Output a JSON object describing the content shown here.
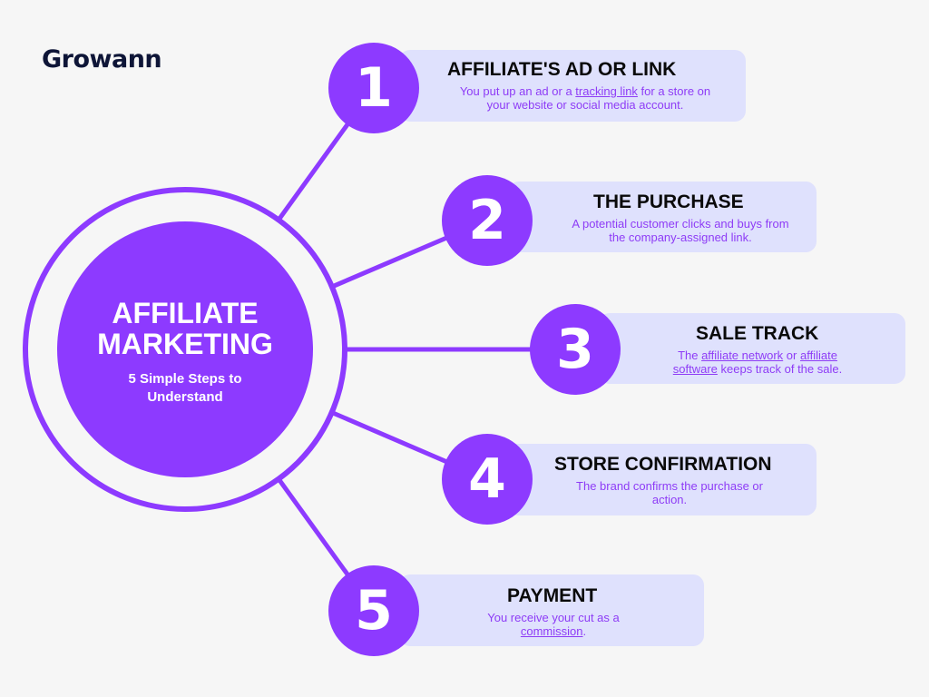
{
  "brand": {
    "logo": "Growann"
  },
  "colors": {
    "accent": "#8d3aff",
    "card": "#dfe1fd",
    "background": "#f6f6f6",
    "logo": "#0e1537"
  },
  "center": {
    "title_line1": "AFFILIATE",
    "title_line2": "MARKETING",
    "subtitle_line1": "5 Simple Steps to",
    "subtitle_line2": "Understand"
  },
  "steps": [
    {
      "number": "1",
      "title": "AFFILIATE'S AD OR LINK",
      "desc_a": "You put up an ad or a ",
      "link1": "tracking link",
      "desc_b": " for a store on your website or social media account."
    },
    {
      "number": "2",
      "title": "THE PURCHASE",
      "desc_a": "A potential customer clicks and buys from the company-assigned link."
    },
    {
      "number": "3",
      "title": "SALE TRACK",
      "desc_a": "The ",
      "link1": "affiliate network",
      "desc_b": " or ",
      "link2": "affiliate software",
      "desc_c": " keeps track of the sale."
    },
    {
      "number": "4",
      "title": "STORE CONFIRMATION",
      "desc_a": "The brand confirms the purchase or action."
    },
    {
      "number": "5",
      "title": "PAYMENT",
      "desc_a": "You receive your cut as a ",
      "link1": "commission",
      "desc_b": "."
    }
  ]
}
